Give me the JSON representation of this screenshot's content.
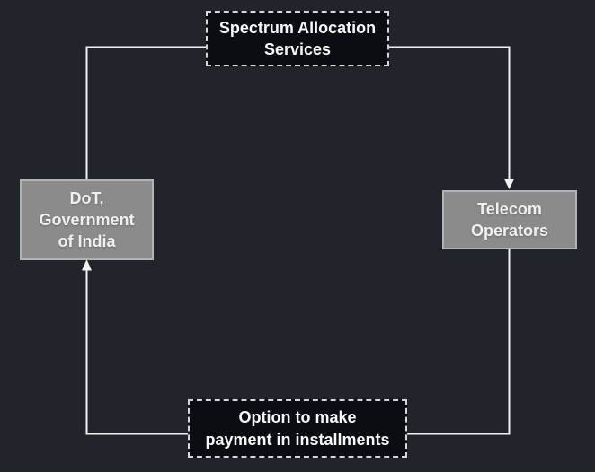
{
  "colors": {
    "bg": "#21252b",
    "line": "#f2f2f2",
    "dashed-node-bg": "#0a0d11",
    "dashed-node-border": "#d6d6d6",
    "gray-node-bg": "#8b8b8b",
    "gray-node-border": "#b3b3b3",
    "text": "#f7f7f7"
  },
  "diagram": {
    "type": "cycle-flowchart",
    "nodes": {
      "spectrum": {
        "label": "Spectrum Allocation Services",
        "lines": [
          "Spectrum Allocation",
          "Services"
        ],
        "style": "dashed-black",
        "position": "top"
      },
      "telecom": {
        "label": "Telecom Operators",
        "lines": [
          "Telecom",
          "Operators"
        ],
        "style": "solid-gray",
        "position": "right"
      },
      "installments": {
        "label": "Option to make payment in installments",
        "lines": [
          "Option to make",
          "payment in installments"
        ],
        "style": "dashed-black",
        "position": "bottom"
      },
      "dot": {
        "label": "DoT, Government of India",
        "lines": [
          "DoT,",
          "Government",
          "of India"
        ],
        "style": "solid-gray",
        "position": "left"
      }
    },
    "edges": [
      {
        "from": "dot",
        "to": "telecom",
        "via": "spectrum",
        "arrowhead": "points down into Telecom Operators"
      },
      {
        "from": "telecom",
        "to": "dot",
        "via": "installments",
        "arrowhead": "points up into DoT, Government of India"
      }
    ]
  }
}
